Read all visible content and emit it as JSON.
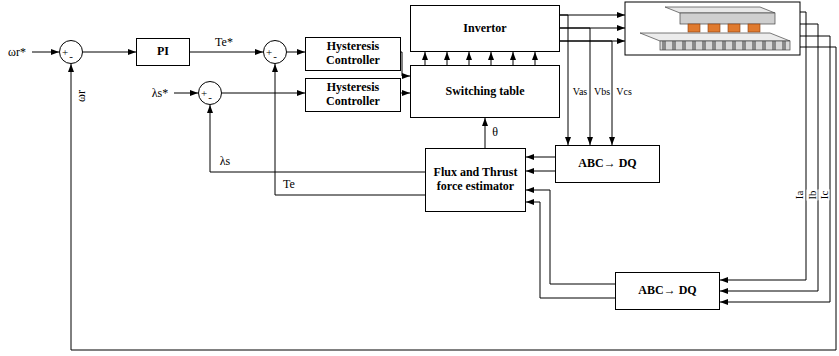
{
  "diagram": {
    "nodes": [
      {
        "text": [
          "+",
          "-"
        ]
      },
      {
        "text": [
          "PI"
        ]
      },
      {
        "text": [
          "+",
          "-"
        ]
      },
      {
        "text": [
          "Hysteresis Controller"
        ]
      },
      {
        "text": [
          "+",
          "-"
        ]
      },
      {
        "text": [
          "Hysteresis Controller"
        ]
      },
      {
        "text": [
          "Invertor"
        ]
      },
      {
        "text": [
          "Switching table"
        ]
      },
      {
        "text": [
          "ABC→ DQ"
        ]
      },
      {
        "text": [
          "Flux and Thrust force estimator"
        ]
      },
      {
        "text": [
          "ABC→ DQ"
        ]
      }
    ],
    "edges": [
      {
        "from": 0,
        "to": 1,
        "arrow": "to"
      },
      {
        "from": 1,
        "to": 2,
        "label": "Te*",
        "arrow": "to"
      },
      {
        "from": 2,
        "to": 3,
        "arrow": "to"
      },
      {
        "from": 4,
        "to": 5,
        "arrow": "to"
      },
      {
        "from": 3,
        "to": 7,
        "arrow": "to"
      },
      {
        "from": 5,
        "to": 7,
        "arrow": "to"
      },
      {
        "from": 7,
        "to": 6,
        "arrow": "to"
      },
      {
        "from": 6,
        "to": 8,
        "arrow": "to"
      },
      {
        "from": 8,
        "to": 9,
        "arrow": "to"
      },
      {
        "from": 10,
        "to": 9,
        "arrow": "to"
      },
      {
        "from": 9,
        "to": 7,
        "label": "θ",
        "arrow": "to"
      },
      {
        "from": 9,
        "to": 4,
        "label": "λs",
        "arrow": "to"
      },
      {
        "from": 9,
        "to": 2,
        "label": "Te",
        "arrow": "to"
      }
    ],
    "labels": [
      "ωr*",
      "λs*",
      "ωr",
      "Vas",
      "Vbs",
      "Vcs",
      "Ia",
      "Ib",
      "Ic"
    ]
  }
}
